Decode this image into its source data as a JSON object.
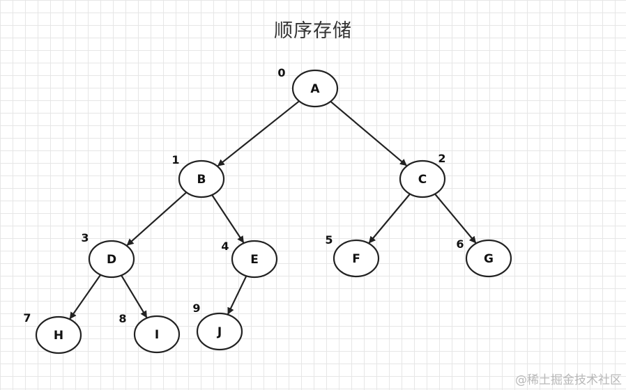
{
  "title": "顺序存储",
  "watermark": "@稀土掘金技术社区",
  "colors": {
    "stroke": "#222222",
    "node_fill": "#ffffff",
    "grid": "#e6e6e6"
  },
  "tree": {
    "nodes": [
      {
        "id": "A",
        "label": "A",
        "index": "0"
      },
      {
        "id": "B",
        "label": "B",
        "index": "1"
      },
      {
        "id": "C",
        "label": "C",
        "index": "2"
      },
      {
        "id": "D",
        "label": "D",
        "index": "3"
      },
      {
        "id": "E",
        "label": "E",
        "index": "4"
      },
      {
        "id": "F",
        "label": "F",
        "index": "5"
      },
      {
        "id": "G",
        "label": "G",
        "index": "6"
      },
      {
        "id": "H",
        "label": "H",
        "index": "7"
      },
      {
        "id": "I",
        "label": "I",
        "index": "8"
      },
      {
        "id": "J",
        "label": "J",
        "index": "9"
      }
    ],
    "edges": [
      {
        "from": "A",
        "to": "B"
      },
      {
        "from": "A",
        "to": "C"
      },
      {
        "from": "B",
        "to": "D"
      },
      {
        "from": "B",
        "to": "E"
      },
      {
        "from": "C",
        "to": "F"
      },
      {
        "from": "C",
        "to": "G"
      },
      {
        "from": "D",
        "to": "H"
      },
      {
        "from": "D",
        "to": "I"
      },
      {
        "from": "E",
        "to": "J"
      }
    ]
  }
}
